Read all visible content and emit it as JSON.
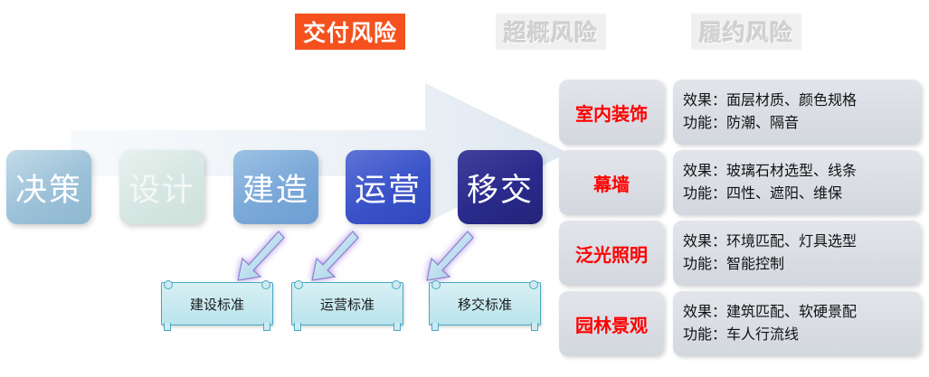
{
  "risk_titles": [
    {
      "label": "交付风险",
      "state": "active"
    },
    {
      "label": "超概风险",
      "state": "muted"
    },
    {
      "label": "履约风险",
      "state": "muted"
    }
  ],
  "stages": [
    {
      "label": "决策",
      "color": "#9cc1d8"
    },
    {
      "label": "设计",
      "color": "#d6e6e2"
    },
    {
      "label": "建造",
      "color": "#7aa8d8"
    },
    {
      "label": "运营",
      "color": "#3a52c8"
    },
    {
      "label": "移交",
      "color": "#2a2a8c"
    }
  ],
  "standards": [
    {
      "label": "建设标准"
    },
    {
      "label": "运营标准"
    },
    {
      "label": "移交标准"
    }
  ],
  "categories": [
    {
      "name": "室内装饰",
      "effect": "效果：面层材质、颜色规格",
      "function": "功能：防潮、隔音"
    },
    {
      "name": "幕墙",
      "effect": "效果：玻璃石材选型、线条",
      "function": "功能：四性、遮阳、维保"
    },
    {
      "name": "泛光照明",
      "effect": "效果：环境匹配、灯具选型",
      "function": "功能：智能控制"
    },
    {
      "name": "园林景观",
      "effect": "效果：建筑匹配、软硬景配",
      "function": "功能：车人行流线"
    }
  ],
  "colors": {
    "accent_red": "#f4511e",
    "category_text": "#ff0000",
    "muted_title": "#d2d2d2",
    "background": "#ffffff"
  }
}
